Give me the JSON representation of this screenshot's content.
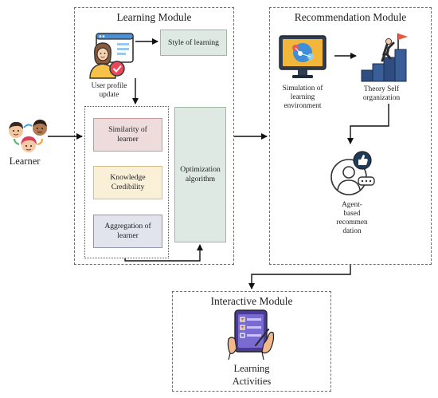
{
  "learner": {
    "label": "Learner"
  },
  "learning_module": {
    "title": "Learning Module",
    "user_profile_label": "User profile update",
    "style_box": "Style of learning",
    "similarity_box": "Similarity of learner",
    "credibility_box": "Knowledge Credibility",
    "aggregation_box": "Aggregation of learner",
    "optimization_box": "Optimization algorithm"
  },
  "recommendation_module": {
    "title": "Recommendation Module",
    "simulation_label": "Simulation of learning environment",
    "theory_label": "Theory Self organization",
    "agent_label": "Agent-\nbased\nrecommen\ndation"
  },
  "interactive_module": {
    "title": "Interactive Module",
    "activities_label": "Learning Activities"
  },
  "colors": {
    "style_fill": "#dde9e2",
    "style_border": "#9cb8a4",
    "similarity_fill": "#eedcdc",
    "similarity_border": "#c49a9a",
    "credibility_fill": "#faf0d8",
    "credibility_border": "#d7be86",
    "aggregation_fill": "#e1e4ec",
    "aggregation_border": "#8f97aa",
    "optimization_fill": "#dde9e2",
    "optimization_border": "#9cb8a4"
  },
  "icons": [
    "learners-group-icon",
    "user-profile-browser-icon",
    "monitor-simulation-icon",
    "mountain-flag-climb-icon",
    "agent-feedback-icon",
    "tablet-checklist-icon"
  ]
}
